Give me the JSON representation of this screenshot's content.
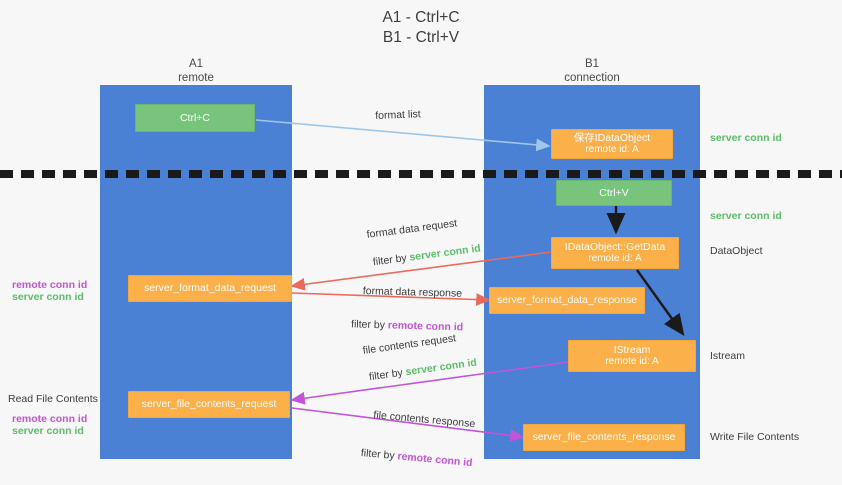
{
  "title": "A1 - Ctrl+C\nB1 - Ctrl+V",
  "columns": {
    "left": {
      "name": "A1",
      "role": "remote",
      "header": "A1\nremote"
    },
    "right": {
      "name": "B1",
      "role": "connection",
      "header": "B1\nconnection"
    }
  },
  "colors": {
    "lane": "#4a81d4",
    "green_box": "#78c47c",
    "orange_box": "#fbb04a",
    "server_conn_id": "#5bbd6a",
    "remote_conn_id": "#c254d6",
    "arrow_format_list": "#9dc7ea",
    "arrow_format_data": "#ea6a5e",
    "arrow_file_contents": "#c254d6",
    "arrow_internal": "#1a1a1a",
    "background": "#f7f7f7",
    "divider": "#1a1a1a"
  },
  "boxes": {
    "ctrl_c": {
      "label": "Ctrl+C",
      "kind": "green"
    },
    "ctrl_v": {
      "label": "Ctrl+V",
      "kind": "green"
    },
    "save_dataobject": {
      "line1": "保存IDataObject",
      "line2": "remote id: A",
      "kind": "orange"
    },
    "getdata": {
      "line1": "IDataObject::GetData",
      "line2": "remote id: A",
      "kind": "orange"
    },
    "istream": {
      "line1": "IStream",
      "line2": "remote id: A",
      "kind": "orange"
    },
    "server_format_data_request": {
      "label": "server_format_data_request",
      "kind": "orange"
    },
    "server_format_data_response": {
      "label": "server_format_data_response",
      "kind": "orange"
    },
    "server_file_contents_request": {
      "label": "server_file_contents_request",
      "kind": "orange"
    },
    "server_file_contents_response": {
      "label": "server_file_contents_response",
      "kind": "orange"
    }
  },
  "arrow_labels": {
    "format_list": "format list",
    "format_data_request": "format data request",
    "format_data_request_filter_prefix": "filter by ",
    "format_data_request_filter_value": "server conn id",
    "format_data_response": "format data response",
    "format_data_response_filter_prefix": "filter by ",
    "format_data_response_filter_value": "remote conn id",
    "file_contents_request": "file contents request",
    "file_contents_request_filter_prefix": "filter by ",
    "file_contents_request_filter_value": "server conn id",
    "file_contents_response": "file contents response",
    "file_contents_response_filter_prefix": "filter by ",
    "file_contents_response_filter_value": "remote conn id"
  },
  "annotations": {
    "right": [
      {
        "text": "server conn id",
        "tone": "green"
      },
      {
        "text": "server conn id",
        "tone": "green"
      },
      {
        "text": "DataObject",
        "tone": "dark"
      },
      {
        "text": "Istream",
        "tone": "dark"
      },
      {
        "text": "Write File Contents",
        "tone": "dark"
      }
    ],
    "left": [
      {
        "text": "remote conn id",
        "tone": "purple"
      },
      {
        "text": "server conn id",
        "tone": "green"
      },
      {
        "text": "Read File Contents",
        "tone": "dark"
      },
      {
        "text": "remote conn id",
        "tone": "purple"
      },
      {
        "text": "server conn id",
        "tone": "green"
      }
    ]
  }
}
